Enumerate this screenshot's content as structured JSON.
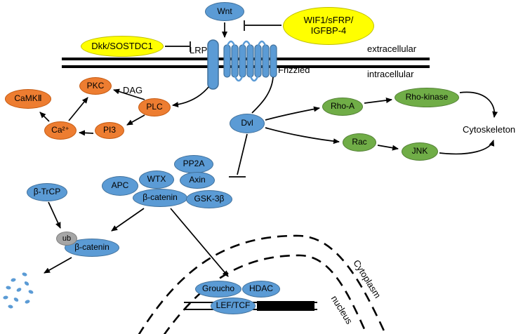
{
  "colors": {
    "node_blue": "#5b9bd5",
    "node_blue_border": "#41719c",
    "node_yellow": "#ffff00",
    "node_yellow_border": "#bfbf00",
    "node_orange": "#ed7d31",
    "node_orange_border": "#c55a11",
    "node_green": "#70ad47",
    "node_green_border": "#538135",
    "node_gray": "#a6a6a6",
    "line_black": "#000000",
    "background": "#ffffff"
  },
  "nodes": {
    "wnt": "Wnt",
    "wif1": "WIF1/sFRP/\nIGFBP-4",
    "dkk": "Dkk/SOSTDC1",
    "pkc": "PKC",
    "camk2": "CaMKⅡ",
    "ca": "Ca²⁺",
    "pi3": "PI3",
    "plc": "PLC",
    "dvl": "Dvl",
    "rhoa": "Rho-A",
    "rhokinase": "Rho-kinase",
    "rac": "Rac",
    "jnk": "JNK",
    "pp2a": "PP2A",
    "apc": "APC",
    "wtx": "WTX",
    "axin": "Axin",
    "bcatenin_complex": "β-catenin",
    "gsk3b": "GSK-3β",
    "btrcp": "β-TrCP",
    "ub": "ub",
    "bcatenin_free": "β-catenin",
    "groucho": "Groucho",
    "hdac": "HDAC",
    "lef_tcf": "LEF/TCF"
  },
  "labels": {
    "lrp": "LRP",
    "frizzled": "Frizzled",
    "dag": "DAG",
    "extracellular": "extracellular",
    "intracellular": "intracellular",
    "cytoskeleton": "Cytoskeleton",
    "cytoplasm": "Cytoplasm",
    "nucleus": "nucleus"
  }
}
